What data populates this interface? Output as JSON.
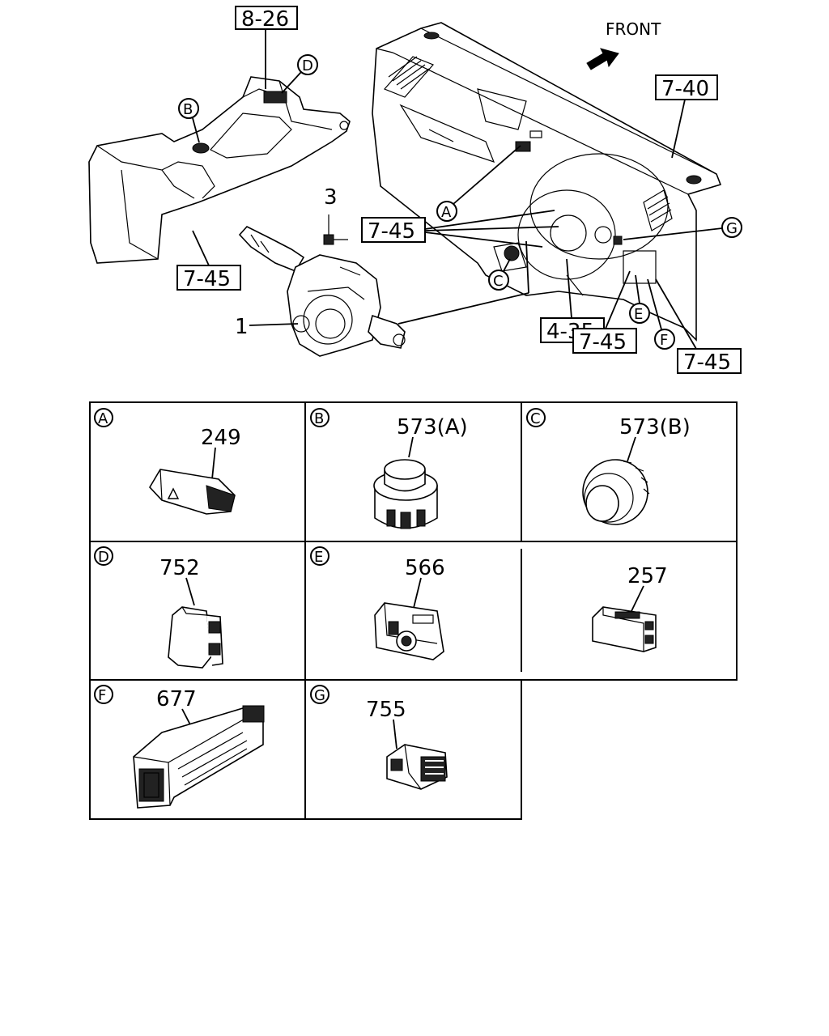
{
  "top": {
    "front_label": "FRONT",
    "ref_8_26": "8-26",
    "ref_7_40": "7-40",
    "ref_7_45_console": "7-45",
    "ref_7_45_dash": "7-45",
    "ref_4_35": "4-35",
    "ref_7_45_lower": "7-45",
    "ref_7_45_right": "7-45",
    "part_1": "1",
    "part_3": "3",
    "callouts": {
      "A": "A",
      "B": "B",
      "C": "C",
      "D": "D",
      "E": "E",
      "F": "F",
      "G": "G"
    }
  },
  "panels": [
    {
      "letter": "A",
      "part": "249"
    },
    {
      "letter": "B",
      "part": "573(A)"
    },
    {
      "letter": "C",
      "part": "573(B)"
    },
    {
      "letter": "D",
      "part": "752"
    },
    {
      "letter": "E",
      "part": "566"
    },
    {
      "letter": "",
      "part": "257"
    },
    {
      "letter": "F",
      "part": "677"
    },
    {
      "letter": "G",
      "part": "755"
    }
  ]
}
